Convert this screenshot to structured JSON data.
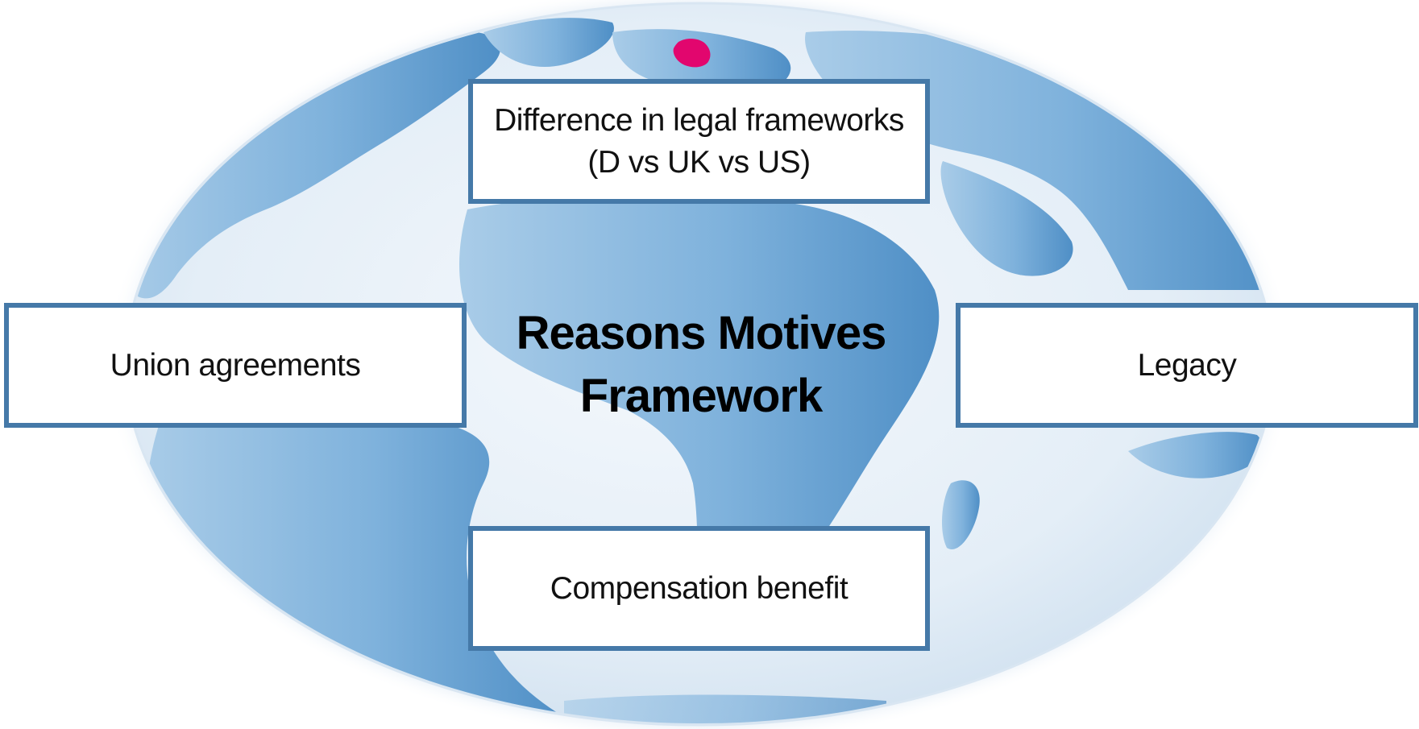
{
  "diagram": {
    "title_line1": "Reasons Motives",
    "title_line2": "Framework",
    "boxes": {
      "top": "Difference in legal frameworks\n(D vs UK vs US)",
      "left": "Union agreements",
      "right": "Legacy",
      "bottom": "Compensation benefit"
    }
  },
  "colors": {
    "box_border": "#4579a8",
    "globe_ocean": "#e6f0f8",
    "land": "#6ea5d3",
    "highlight_country": "#e2066e"
  },
  "icons": {
    "background": "world-globe-icon",
    "highlight": "germany-map-icon"
  }
}
